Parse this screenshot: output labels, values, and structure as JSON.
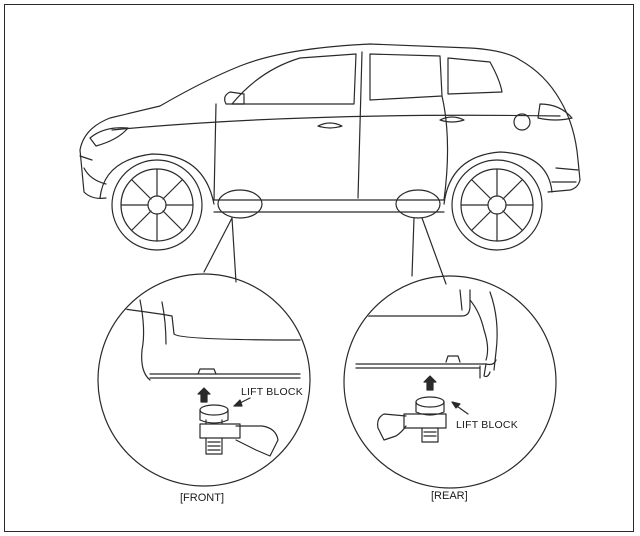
{
  "labels": {
    "front_lift_block": "LIFT BLOCK",
    "rear_lift_block": "LIFT BLOCK",
    "front_caption": "[FRONT]",
    "rear_caption": "[REAR]"
  },
  "colors": {
    "line": "#2a2a2a",
    "background": "#ffffff"
  }
}
